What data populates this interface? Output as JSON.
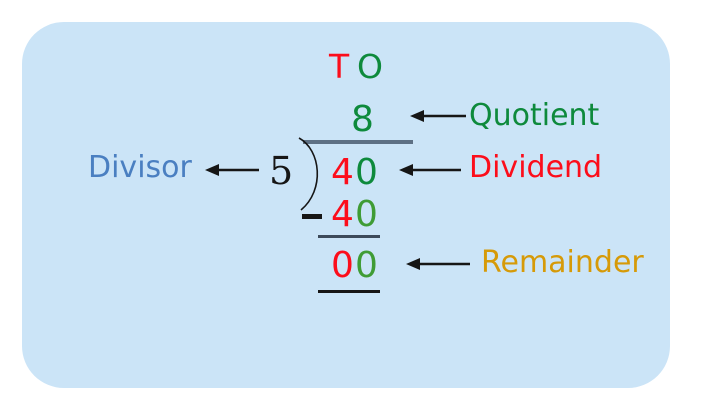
{
  "diagram": {
    "title_columns": {
      "tens": "T",
      "ones": "O"
    },
    "problem": {
      "divisor": "5",
      "dividend_tens": "4",
      "dividend_ones": "0",
      "quotient": "8",
      "subtract_tens": "4",
      "subtract_ones": "0",
      "minus_sign": "–",
      "remainder_tens": "0",
      "remainder_ones": "0"
    },
    "labels": {
      "quotient": "Quotient",
      "dividend": "Dividend",
      "remainder": "Remainder",
      "divisor": "Divisor"
    },
    "colors": {
      "panel_background": "#cbe4f7",
      "tens_red": "#fc0d1b",
      "ones_green": "#0e8a3c",
      "subtract_green": "#3f9c35",
      "remainder_amber": "#d69a08",
      "divisor_blue": "#4a7fc1",
      "arrow_black": "#161616",
      "vinculum_gray": "#5d7084"
    }
  }
}
